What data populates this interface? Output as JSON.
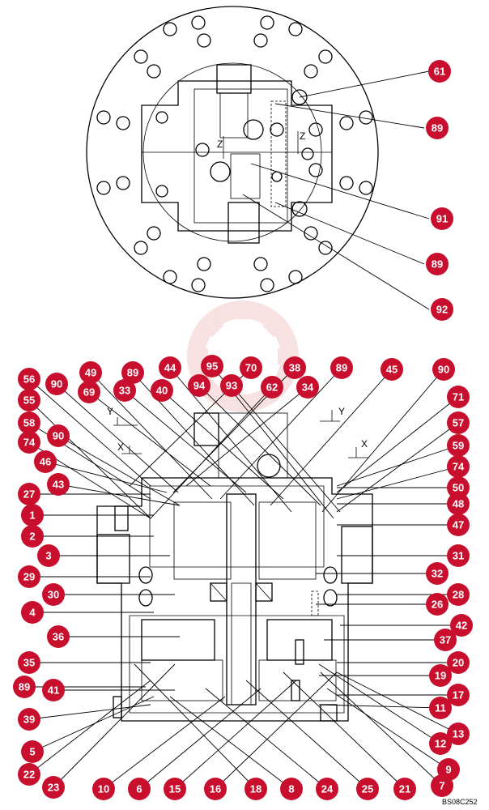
{
  "figure_code": "BS08C252",
  "section_labels": {
    "y": "Y",
    "x": "X",
    "z": "Z"
  },
  "watermark": {
    "color": "#f3c9c9"
  },
  "callout_color": "#c8102e",
  "callouts_top": [
    "61",
    "89",
    "91",
    "89",
    "92"
  ],
  "callouts_bottom": [
    "56",
    "90",
    "49",
    "89",
    "44",
    "95",
    "70",
    "38",
    "89",
    "45",
    "90",
    "55",
    "69",
    "33",
    "40",
    "94",
    "93",
    "62",
    "34",
    "71",
    "58",
    "90",
    "57",
    "74",
    "59",
    "46",
    "74",
    "43",
    "50",
    "27",
    "48",
    "1",
    "47",
    "2",
    "31",
    "3",
    "32",
    "29",
    "28",
    "30",
    "26",
    "4",
    "42",
    "36",
    "37",
    "35",
    "20",
    "41",
    "19",
    "89",
    "17",
    "39",
    "11",
    "13",
    "12",
    "5",
    "9",
    "22",
    "7",
    "23",
    "10",
    "6",
    "15",
    "16",
    "18",
    "8",
    "24",
    "25",
    "21"
  ]
}
